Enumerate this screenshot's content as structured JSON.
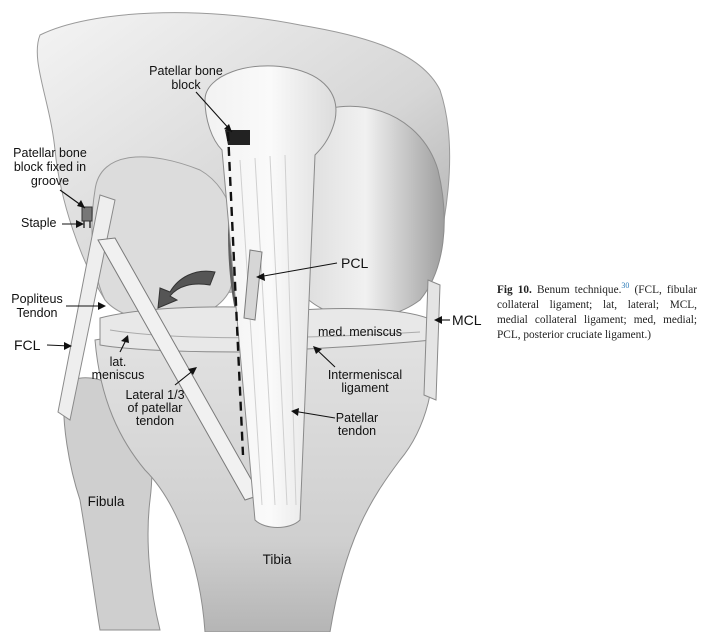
{
  "labels": {
    "patellar_bone_block": [
      "Patellar bone",
      "block"
    ],
    "patellar_block_fixed": [
      "Patellar bone",
      "block fixed in",
      "groove"
    ],
    "staple": "Staple",
    "popliteus_tendon": [
      "Popliteus",
      "Tendon"
    ],
    "fcl": "FCL",
    "lat_meniscus": [
      "lat.",
      "meniscus"
    ],
    "lateral_third": [
      "Lateral 1/3",
      "of patellar",
      "tendon"
    ],
    "fibula": "Fibula",
    "tibia": "Tibia",
    "pcl": "PCL",
    "mcl": "MCL",
    "med_meniscus": "med. meniscus",
    "intermeniscal": [
      "Intermeniscal",
      "ligament"
    ],
    "patellar_tendon": [
      "Patellar",
      "tendon"
    ]
  },
  "caption": {
    "fig_label": "Fig 10.",
    "title": "Benum technique.",
    "ref": "30",
    "text": "(FCL, fibular collateral ligament; lat, lateral; MCL, medial collateral ligament; med, medial; PCL, posterior cruciate ligament.)"
  },
  "colors": {
    "bone_light": "#ececec",
    "bone_mid": "#c9c9c9",
    "shadow": "#8a8a8a",
    "arrow_dark": "#555555"
  }
}
